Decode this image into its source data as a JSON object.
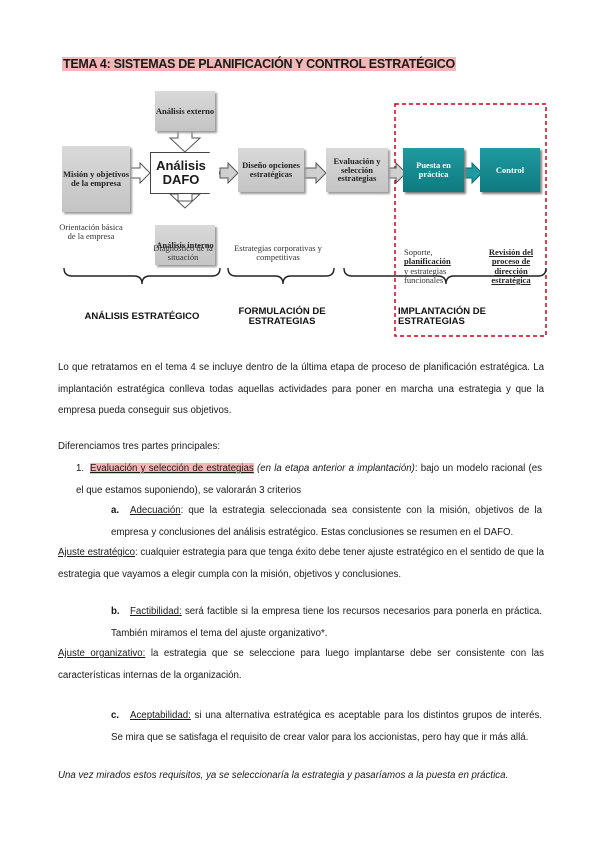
{
  "title": "TEMA 4: SISTEMAS DE PLANIFICACIÓN Y CONTROL ESTRATÉGICO",
  "diagram": {
    "box_mision": "Misión y objetivos de la empresa",
    "box_externo": "Análisis externo",
    "box_dafo": "Análisis DAFO",
    "box_interno": "Análisis interno",
    "box_diseno": "Diseño opciones estratégicas",
    "box_evaluacion": "Evaluación y selección estrategias",
    "box_puesta": "Puesta en práctica",
    "box_control": "Control",
    "note_orientacion": "Orientación básica de la empresa",
    "note_diagnostico": "Diagnóstico de la situación",
    "note_estrategias": "Estrategias corporativas y competitivas",
    "note_soporte_1": "Soporte,",
    "note_soporte_2": "planificación",
    "note_soporte_3": "y estrategias funcionales",
    "note_revision": "Revisión del proceso de dirección estratégica",
    "phase_analisis": "ANÁLISIS ESTRATÉGICO",
    "phase_formulacion": "FORMULACIÓN DE ESTRATEGIAS",
    "phase_implantacion": "IMPLANTACIÓN DE ESTRATEGIAS",
    "accent_red": "#d0021b",
    "accent_teal": "#138a90"
  },
  "text": {
    "p1": "Lo que retratamos en el tema 4 se incluye dentro de la última etapa de proceso de planificación estratégica. La implantación estratégica conlleva todas aquellas actividades para poner en marcha una estrategia y que la empresa pueda conseguir sus objetivos.",
    "p2": "Diferenciamos tres partes principales:",
    "item1_num": "1.",
    "item1_term": "Evaluación y selección de estrategias",
    "item1_paren": "(en la etapa anterior a implantación)",
    "item1_rest": ": bajo un modelo racional (es el que estamos suponiendo), se valorarán 3 criterios",
    "a_letter": "a.",
    "a_term": "Adecuación",
    "a_text": ": que la estrategia seleccionada sea consistente con la misión, objetivos de la empresa y conclusiones del análisis estratégico. Estas conclusiones se resumen en el DAFO.",
    "ajuste_term": "Ajuste estratégico",
    "ajuste_text": ": cualquier estrategia para que tenga éxito debe tener ajuste estratégico en el sentido de que la estrategia que vayamos a elegir cumpla con la misión, objetivos y conclusiones.",
    "b_letter": "b.",
    "b_term": "Factibilidad:",
    "b_text": " será factible si la empresa tiene los recursos necesarios para ponerla en práctica. También miramos el tema del ajuste organizativo*.",
    "organizativo_term": "Ajuste organizativo:",
    "organizativo_text": " la estrategia que se seleccione para luego implantarse debe ser consistente con las características internas de la organización.",
    "c_letter": "c.",
    "c_term": "Aceptabilidad:",
    "c_text": " si una alternativa estratégica es aceptable para los distintos grupos de interés. Se mira que se satisfaga el requisito de crear valor para los accionistas, pero hay que ir más allá.",
    "closing": "Una vez mirados estos requisitos, ya se seleccionaría la estrategia y pasaríamos a la puesta en práctica."
  }
}
